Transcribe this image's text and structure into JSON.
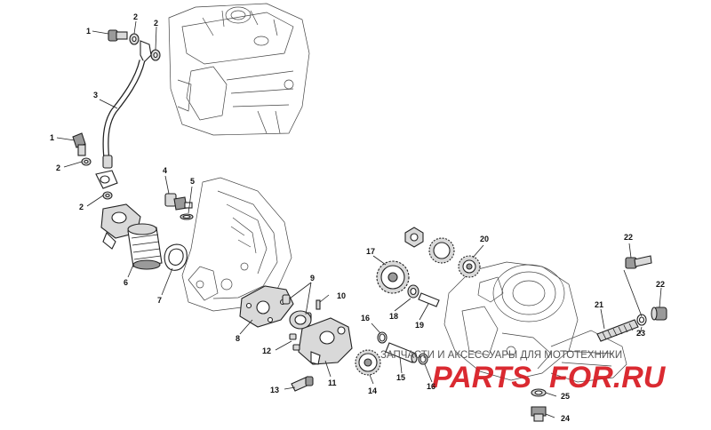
{
  "callouts": [
    {
      "id": "c1a",
      "text": "1"
    },
    {
      "id": "c2a",
      "text": "2"
    },
    {
      "id": "c2b",
      "text": "2"
    },
    {
      "id": "c3",
      "text": "3"
    },
    {
      "id": "c1b",
      "text": "1"
    },
    {
      "id": "c2c",
      "text": "2"
    },
    {
      "id": "c2d",
      "text": "2"
    },
    {
      "id": "c4",
      "text": "4"
    },
    {
      "id": "c5",
      "text": "5"
    },
    {
      "id": "c6",
      "text": "6"
    },
    {
      "id": "c7",
      "text": "7"
    },
    {
      "id": "c8",
      "text": "8"
    },
    {
      "id": "c9",
      "text": "9"
    },
    {
      "id": "c10",
      "text": "10"
    },
    {
      "id": "c11",
      "text": "11"
    },
    {
      "id": "c12",
      "text": "12"
    },
    {
      "id": "c13",
      "text": "13"
    },
    {
      "id": "c14",
      "text": "14"
    },
    {
      "id": "c15",
      "text": "15"
    },
    {
      "id": "c16a",
      "text": "16"
    },
    {
      "id": "c16b",
      "text": "16"
    },
    {
      "id": "c17",
      "text": "17"
    },
    {
      "id": "c18",
      "text": "18"
    },
    {
      "id": "c19",
      "text": "19"
    },
    {
      "id": "c20",
      "text": "20"
    },
    {
      "id": "c21",
      "text": "21"
    },
    {
      "id": "c22a",
      "text": "22"
    },
    {
      "id": "c22b",
      "text": "22"
    },
    {
      "id": "c23",
      "text": "23"
    },
    {
      "id": "c24",
      "text": "24"
    },
    {
      "id": "c25",
      "text": "25"
    }
  ],
  "watermark": {
    "tagline": "ЗАПЧАСТИ И АКСЕССУАРЫ ДЛЯ МОТОТЕХНИКИ",
    "brand_left": "PARTS",
    "brand_right": "FOR.RU",
    "tagline_color": "#555555",
    "brand_color": "#d71920"
  }
}
